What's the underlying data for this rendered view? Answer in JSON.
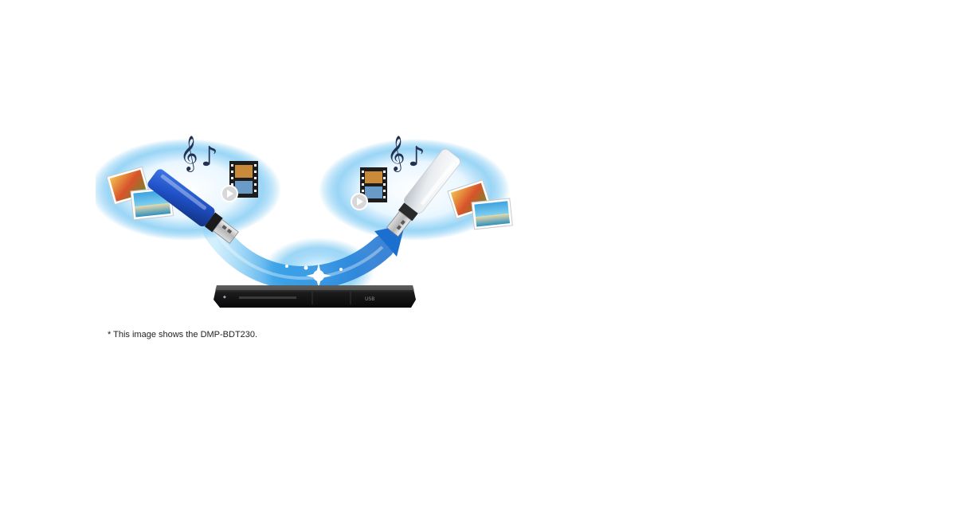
{
  "caption": "* This image shows the DMP-BDT230.",
  "player": {
    "display_text": "USB"
  },
  "colors": {
    "background": "#ffffff",
    "glow": "#4fb6ee",
    "arrow": "#1e7fd8",
    "usb_blue": "#1f4fc4",
    "usb_white": "#e9ecef",
    "player_body": "#1b1b1b"
  },
  "icons": {
    "left_music": "music-notes-icon",
    "left_photos": "photo-stack-icon",
    "left_video": "video-film-icon",
    "left_drive": "usb-drive-blue",
    "right_music": "music-notes-icon",
    "right_photos": "photo-stack-icon",
    "right_video": "video-film-icon",
    "right_drive": "usb-drive-white",
    "player": "blu-ray-player"
  }
}
